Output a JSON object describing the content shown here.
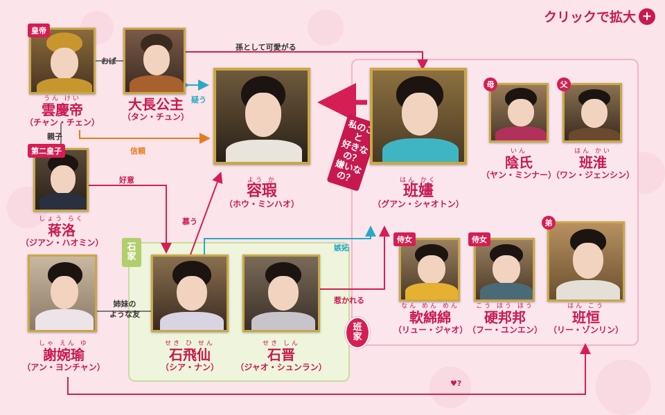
{
  "header": {
    "zoom_label": "クリックで拡大",
    "zoom_icon": "magnifier-plus-icon"
  },
  "groups": {
    "seki": {
      "label": [
        "石",
        "家"
      ]
    },
    "han": {
      "label": [
        "班",
        "家"
      ]
    }
  },
  "people": {
    "emperor": {
      "badge": "皇帝",
      "ruby": "うん けい",
      "name": "雲慶帝",
      "reading": "（チャン・チェン）"
    },
    "princess": {
      "ruby": "",
      "name": "大長公主",
      "reading": "（タン・チュン）"
    },
    "rongxia": {
      "ruby": "よう か",
      "name": "容瑕",
      "reading": "（ホウ・ミンハオ）"
    },
    "banhua": {
      "ruby": "はん かく",
      "name": "班嫿",
      "reading": "（グアン・シャオトン）"
    },
    "yin": {
      "badge": "母",
      "ruby": "いん",
      "name": "陰氏",
      "reading": "（ヤン・ミンナー）"
    },
    "banhuai": {
      "badge": "父",
      "ruby": "はん かい",
      "name": "班淮",
      "reading": "（ワン・ジェンシン）"
    },
    "jiangluo": {
      "badge": "第二皇子",
      "ruby": "しょう らく",
      "name": "蒋洛",
      "reading": "（ジアン・ハオミン）"
    },
    "xiewanyu": {
      "ruby": "しゃ えん ゆ",
      "name": "謝婉瑜",
      "reading": "（アン・ヨンチャン）"
    },
    "shifeixian": {
      "ruby": "せき ひ せん",
      "name": "石飛仙",
      "reading": "（シア・ナン）"
    },
    "shijin": {
      "ruby": "せき しん",
      "name": "石晋",
      "reading": "（ジャオ・シュンラン）"
    },
    "ruanmianmian": {
      "badge": "侍女",
      "ruby": "なん めん めん",
      "name": "軟綿綿",
      "reading": "（リュー・ジャオ）"
    },
    "yingbangbang": {
      "badge": "侍女",
      "ruby": "こう ほう ほう",
      "name": "硬邦邦",
      "reading": "（フー・ユンエン）"
    },
    "banheng": {
      "badge": "弟",
      "ruby": "はん こう",
      "name": "班恒",
      "reading": "（リー・ゾンリン）"
    }
  },
  "relations": {
    "oba": "おば",
    "grandchild": "孫として可愛がる",
    "doubt": "疑う",
    "trust": "信頼",
    "parent_child": "親子",
    "goodwill": "好意",
    "admire": "慕う",
    "jealous": "嫉妬",
    "attracted": "惹かれる",
    "sisterly": [
      "姉妹の",
      "ような友"
    ],
    "love_q": "♥?",
    "banhua_question": [
      "私のこと",
      "好きなの？",
      "嫌いなの？"
    ]
  },
  "colors": {
    "brand": "#c8194f",
    "orange": "#e47d1e",
    "teal": "#2aa8c5",
    "gold": "#c9a748",
    "green_bg": "#eef5dc",
    "pink_bg": "#fbe6ee"
  }
}
